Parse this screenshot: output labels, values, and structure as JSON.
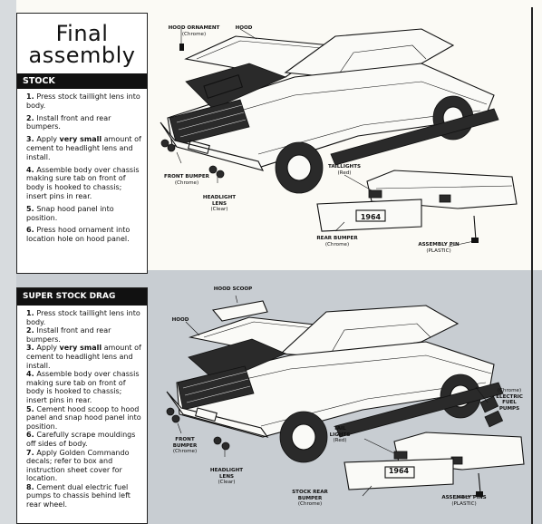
{
  "stock": {
    "title_line1": "Final",
    "title_line2": "assembly",
    "heading": "STOCK",
    "steps": [
      {
        "num": "1.",
        "text": "Press stock taillight lens into body."
      },
      {
        "num": "2.",
        "text": "Install front and rear bumpers."
      },
      {
        "num": "3.",
        "pre": "Apply ",
        "em": "very small",
        "post": " amount of cement to headlight lens and install."
      },
      {
        "num": "4.",
        "text": "Assemble body over chassis making sure tab on front of body is hooked to chassis; insert pins in rear."
      },
      {
        "num": "5.",
        "text": "Snap hood panel into position."
      },
      {
        "num": "6.",
        "text": "Press hood ornament into location hole on hood panel."
      }
    ]
  },
  "super_stock": {
    "heading": "SUPER STOCK DRAG",
    "steps": [
      {
        "num": "1.",
        "text": "Press stock taillight lens into body."
      },
      {
        "num": "2.",
        "text": "Install front and rear bumpers."
      },
      {
        "num": "3.",
        "pre": "Apply ",
        "em": "very small",
        "post": " amount of cement to headlight lens and install."
      },
      {
        "num": "4.",
        "text": "Assemble body over chassis making sure tab on front of body is hooked to chassis; insert pins in rear."
      },
      {
        "num": "5.",
        "text": "Cement hood scoop to hood panel and snap hood panel into position."
      },
      {
        "num": "6.",
        "text": "Carefully scrape mouldings off sides of body."
      },
      {
        "num": "7.",
        "text": "Apply Golden Commando decals; refer to box and instruction sheet cover for location."
      },
      {
        "num": "8.",
        "text": "Cement dual electric fuel pumps to chassis behind left rear wheel."
      }
    ]
  },
  "labels_top": {
    "hood_ornament": "HOOD ORNAMENT",
    "hood_ornament_sub": "(Chrome)",
    "hood": "HOOD",
    "front_bumper": "FRONT BUMPER",
    "front_bumper_sub": "(Chrome)",
    "headlight_lens": "HEADLIGHT LENS",
    "headlight_lens_sub": "(Clear)",
    "taillights": "TAILLIGHTS",
    "taillights_sub": "(Red)",
    "rear_bumper": "REAR BUMPER",
    "rear_bumper_sub": "(Chrome)",
    "assembly_pin": "ASSEMBLY PIN",
    "assembly_pin_sub": "(PLASTIC)",
    "plate": "1964"
  },
  "labels_bottom": {
    "hood_scoop": "HOOD SCOOP",
    "hood": "HOOD",
    "front_bumper": "FRONT BUMPER",
    "front_bumper_sub": "(Chrome)",
    "headlight_lens": "HEADLIGHT LENS",
    "headlight_lens_sub": "(Clear)",
    "tail_lights": "TAIL LIGHTS",
    "tail_lights_sub": "(Red)",
    "stock_rear_bumper": "STOCK REAR BUMPER",
    "stock_rear_bumper_sub": "(Chrome)",
    "fuel_pumps_sub": "(Chrome)",
    "fuel_pumps": "ELECTRIC FUEL PUMPS",
    "assembly_pins": "ASSEMBLY PINS",
    "assembly_pins_sub": "(PLASTIC)",
    "plate": "1964"
  }
}
